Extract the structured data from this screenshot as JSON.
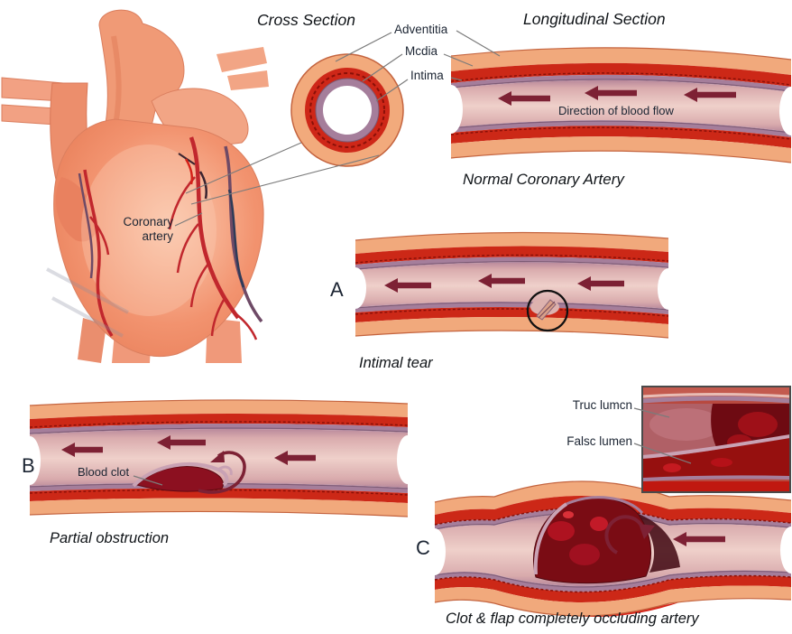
{
  "labels": {
    "cross_section": "Cross Section",
    "longitudinal_section": "Longitudinal Section",
    "adventitia": "Adventitia",
    "media": "Mcdia",
    "intima": "Intima",
    "direction_of_blood_flow": "Direction of blood flow",
    "coronary_artery": "Coronary artery",
    "normal_artery_caption": "Normal Coronary Artery",
    "panel_a_letter": "A",
    "panel_a_caption": "Intimal tear",
    "panel_b_letter": "B",
    "blood_clot": "Blood clot",
    "panel_b_caption": "Partial obstruction",
    "true_lumen": "Truc lumcn",
    "false_lumen": "Falsc lumen",
    "panel_c_letter": "C",
    "panel_c_caption": "Clot & flap completely occluding artery"
  },
  "colors": {
    "label_text": "#1C2533",
    "caption_text": "#101418",
    "adventitia_wall": "#F1A97C",
    "media_wall": "#CC2817",
    "intima_wall": "#A57E9B",
    "lumen": "#EFD0CA",
    "flow_arrow": "#7D2134",
    "clot": "#7A0C14",
    "inset_false_lumen": "#96100F",
    "callout_line": "#7B7B7B"
  }
}
